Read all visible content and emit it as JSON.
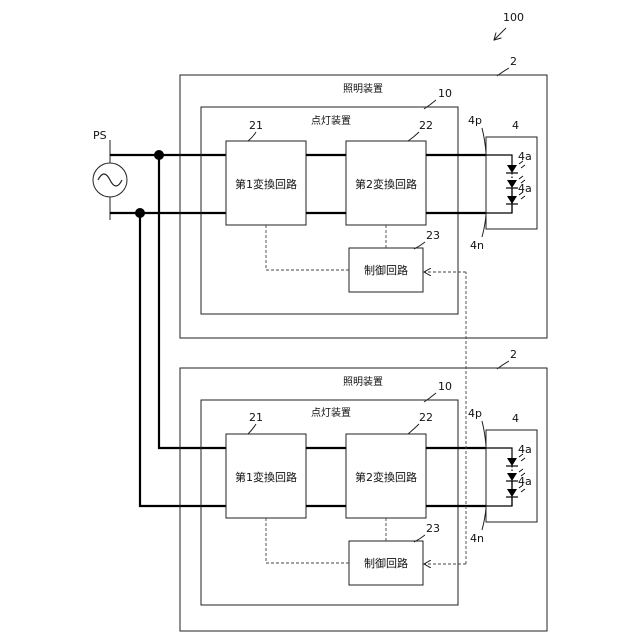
{
  "figure": {
    "system_ref": "100",
    "source_label": "PS"
  },
  "units": [
    {
      "device_ref": "2",
      "device_title": "照明装置",
      "lighting_ref": "10",
      "lighting_title": "点灯装置",
      "conv1_ref": "21",
      "conv1_label": "第1変換回路",
      "conv2_ref": "22",
      "conv2_label": "第2変換回路",
      "ctrl_ref": "23",
      "ctrl_label": "制御回路",
      "load_ref": "4",
      "pos_ref": "4p",
      "neg_ref": "4n",
      "led_ref_a": "4a",
      "led_ref_b": "4a"
    },
    {
      "device_ref": "2",
      "device_title": "照明装置",
      "lighting_ref": "10",
      "lighting_title": "点灯装置",
      "conv1_ref": "21",
      "conv1_label": "第1変換回路",
      "conv2_ref": "22",
      "conv2_label": "第2変換回路",
      "ctrl_ref": "23",
      "ctrl_label": "制御回路",
      "load_ref": "4",
      "pos_ref": "4p",
      "neg_ref": "4n",
      "led_ref_a": "4a",
      "led_ref_b": "4a"
    }
  ]
}
